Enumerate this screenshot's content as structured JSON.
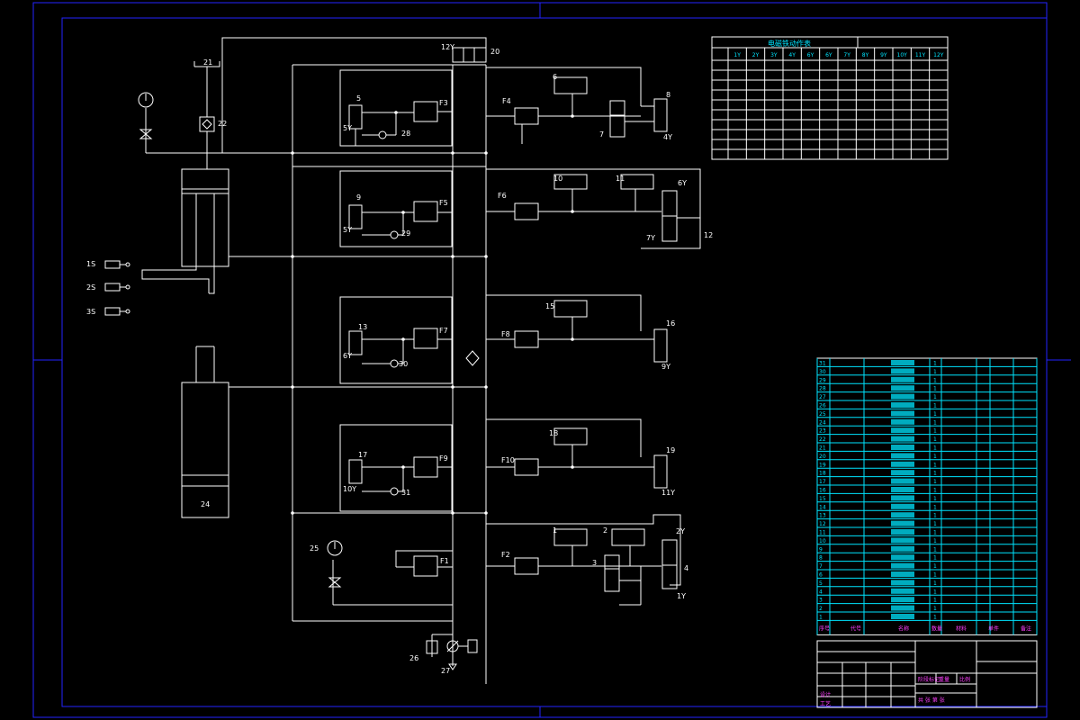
{
  "colors": {
    "line": "#ffffff",
    "frame": "#2424ff",
    "table": "#00e5ff",
    "text2": "#ff40ff"
  },
  "labels": {
    "n20": "20",
    "y12": "12Y",
    "n21": "21",
    "n22": "22",
    "n5": "5",
    "y5": "5Y",
    "n28": "28",
    "f3": "F3",
    "f4": "F4",
    "n6": "6",
    "n7": "7",
    "n8": "8",
    "y4": "4Y",
    "n9": "9",
    "y5b": "5Y",
    "n29": "29",
    "f5": "F5",
    "f6": "F6",
    "n10": "10",
    "n11": "11",
    "y6": "6Y",
    "y7": "7Y",
    "n12": "12",
    "s15": "1S",
    "s25": "2S",
    "s35": "3S",
    "n13": "13",
    "y6b": "6Y",
    "n30": "30",
    "f7": "F7",
    "f8": "F8",
    "n15": "15",
    "n16": "16",
    "y9": "9Y",
    "n17": "17",
    "y10": "10Y",
    "n31": "31",
    "f9": "F9",
    "f10": "F10",
    "n18": "18",
    "n19": "19",
    "y11": "11Y",
    "n24": "24",
    "n25": "25",
    "f1": "F1",
    "f2": "F2",
    "n1": "1",
    "n2": "2",
    "n3": "3",
    "n4": "4",
    "y2": "2Y",
    "y1": "1Y",
    "n26": "26",
    "n27": "27"
  },
  "solenoid_table": {
    "title": "电磁铁动作表",
    "columns": [
      "1Y",
      "2Y",
      "3Y",
      "4Y",
      "6Y",
      "6Y",
      "7Y",
      "8Y",
      "9Y",
      "10Y",
      "11Y",
      "12Y"
    ],
    "row_count": 10
  },
  "parts_list": {
    "numbers": [
      "31",
      "30",
      "29",
      "28",
      "27",
      "26",
      "25",
      "24",
      "23",
      "22",
      "21",
      "20",
      "19",
      "18",
      "17",
      "16",
      "15",
      "14",
      "13",
      "12",
      "11",
      "10",
      "9",
      "8",
      "7",
      "6",
      "5",
      "4",
      "3",
      "2",
      "1"
    ],
    "qty": "1",
    "header": {
      "no": "序号",
      "code": "代号",
      "name": "名称",
      "qty": "数量",
      "material": "材料",
      "unit": "单件",
      "remark": "备注"
    }
  },
  "title_block": {
    "designer": "设计",
    "process": "工艺",
    "stage": "阶段标记",
    "weight": "重量",
    "scale": "比例",
    "sheet": "共 张 第 张"
  }
}
